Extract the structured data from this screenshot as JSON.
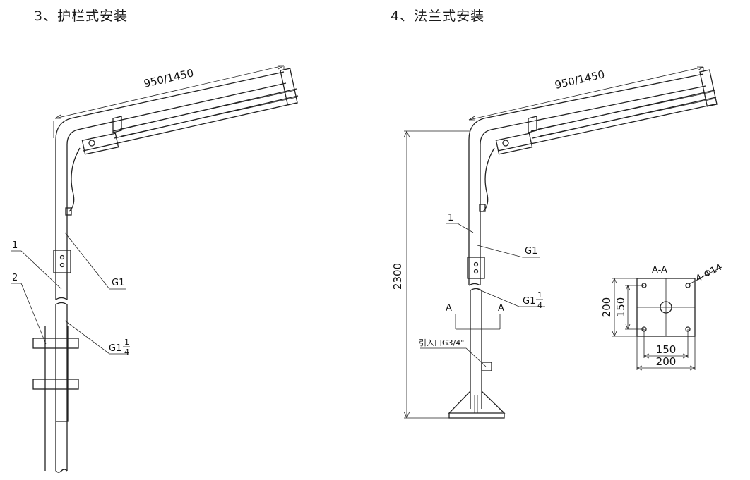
{
  "titles": {
    "guardrail": "3、护栏式安装",
    "flange": "4、法兰式安装"
  },
  "left_drawing": {
    "arm_length": "950/1450",
    "callout_1": "1",
    "callout_2": "2",
    "thread_upper": "G1",
    "thread_lower_main": "G1",
    "thread_lower_num": "1",
    "thread_lower_den": "4"
  },
  "right_drawing": {
    "arm_length": "950/1450",
    "height": "2300",
    "callout_1": "1",
    "thread_upper": "G1",
    "thread_lower_main": "G1",
    "thread_lower_num": "1",
    "thread_lower_den": "4",
    "section_mark": "A",
    "inlet_label": "引入口G3/4\""
  },
  "section_view": {
    "title": "A-A",
    "holes": "4-Φ14",
    "outer": "200",
    "inner": "150"
  }
}
